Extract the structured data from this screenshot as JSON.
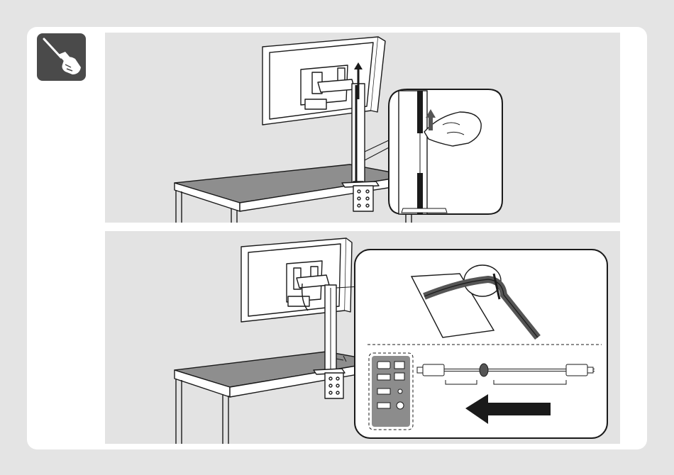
{
  "colors": {
    "page_background": "#e4e4e4",
    "card_background": "#ffffff",
    "panel_background": "#e3e3e3",
    "tool_badge": "#4a4a4a",
    "line_art": "#1a1a1a",
    "port_panel": "#8c8c8c"
  },
  "icons": {
    "tool_badge": "screwdriver-in-hand-icon",
    "step1_arrow": "arrow-up-icon",
    "step2_arrow": "arrow-left-icon"
  },
  "steps": [
    {
      "id": "step-1",
      "illustration": "remove-column-cover"
    },
    {
      "id": "step-2",
      "illustration": "route-cable-through-column"
    }
  ]
}
